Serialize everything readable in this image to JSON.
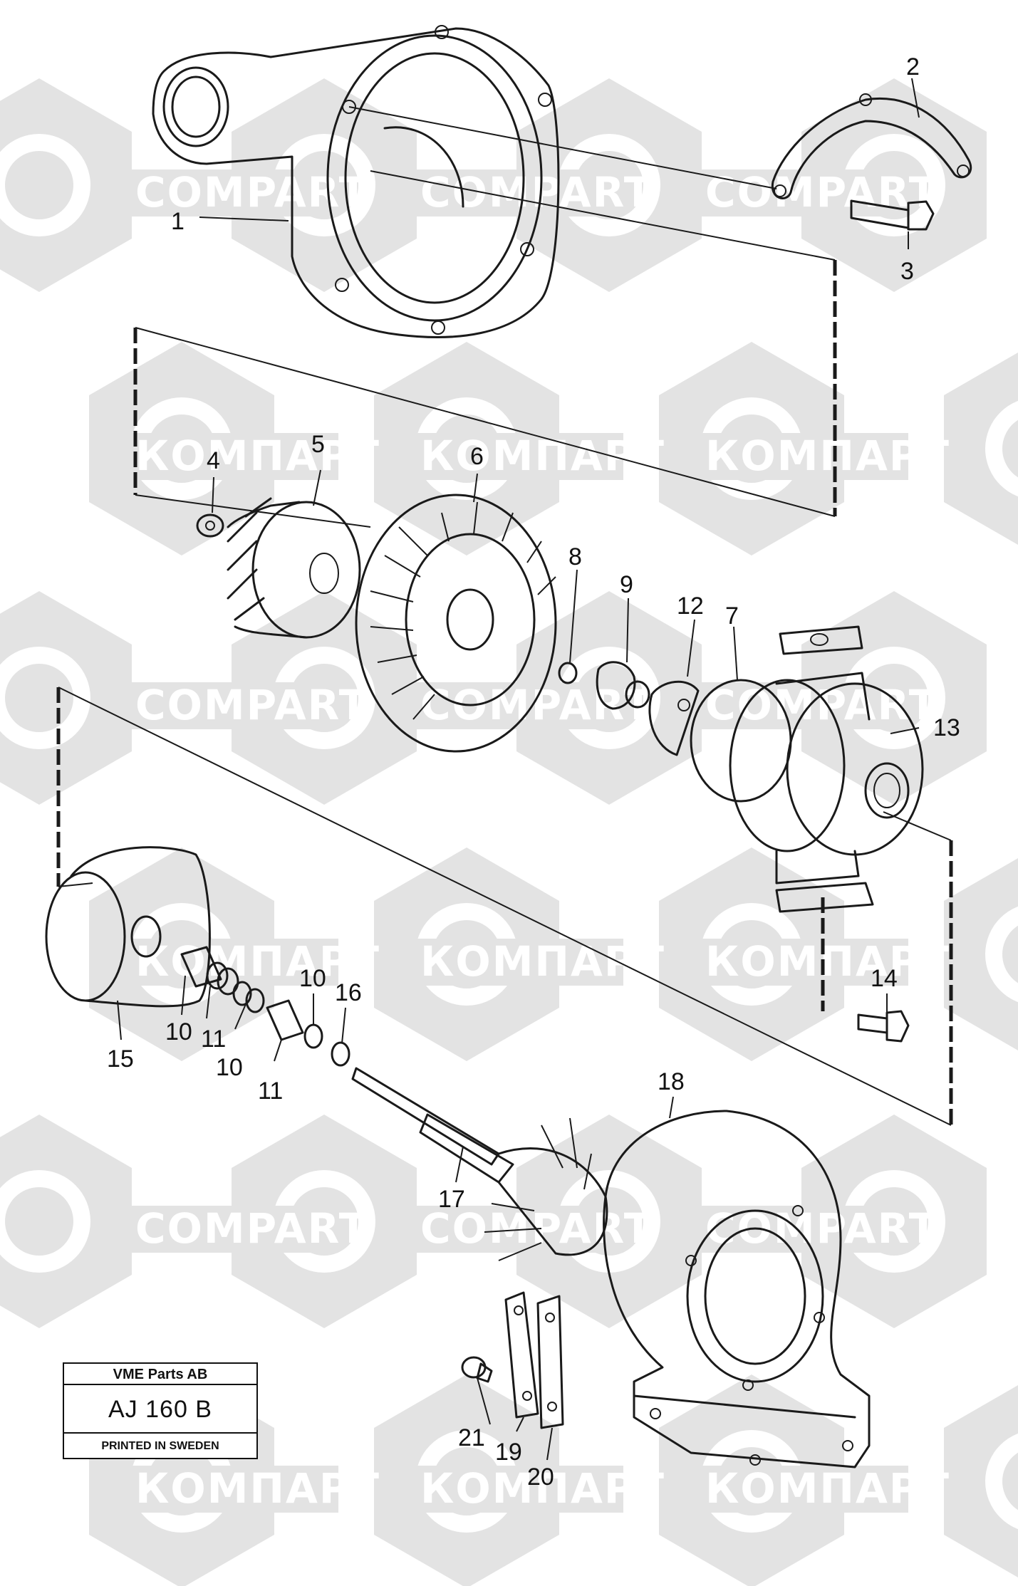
{
  "watermark": {
    "latin": "COMPART",
    "cyrillic": "КОМПАРТ",
    "shape_color": "#e3e3e3"
  },
  "callouts": [
    {
      "id": "c1",
      "text": "1"
    },
    {
      "id": "c2",
      "text": "2"
    },
    {
      "id": "c3",
      "text": "3"
    },
    {
      "id": "c4",
      "text": "4"
    },
    {
      "id": "c5",
      "text": "5"
    },
    {
      "id": "c6",
      "text": "6"
    },
    {
      "id": "c7",
      "text": "7"
    },
    {
      "id": "c8",
      "text": "8"
    },
    {
      "id": "c9",
      "text": "9"
    },
    {
      "id": "c12",
      "text": "12"
    },
    {
      "id": "c13",
      "text": "13"
    },
    {
      "id": "c14",
      "text": "14"
    },
    {
      "id": "c15",
      "text": "15"
    },
    {
      "id": "c10a",
      "text": "10"
    },
    {
      "id": "c11a",
      "text": "11"
    },
    {
      "id": "c10b",
      "text": "10"
    },
    {
      "id": "c11b",
      "text": "11"
    },
    {
      "id": "c10c",
      "text": "10"
    },
    {
      "id": "c16",
      "text": "16"
    },
    {
      "id": "c17",
      "text": "17"
    },
    {
      "id": "c18",
      "text": "18"
    },
    {
      "id": "c21",
      "text": "21"
    },
    {
      "id": "c19",
      "text": "19"
    },
    {
      "id": "c20",
      "text": "20"
    }
  ],
  "title_block": {
    "company": "VME Parts AB",
    "drawing_number": "AJ 160 B",
    "footer": "PRINTED IN SWEDEN"
  }
}
